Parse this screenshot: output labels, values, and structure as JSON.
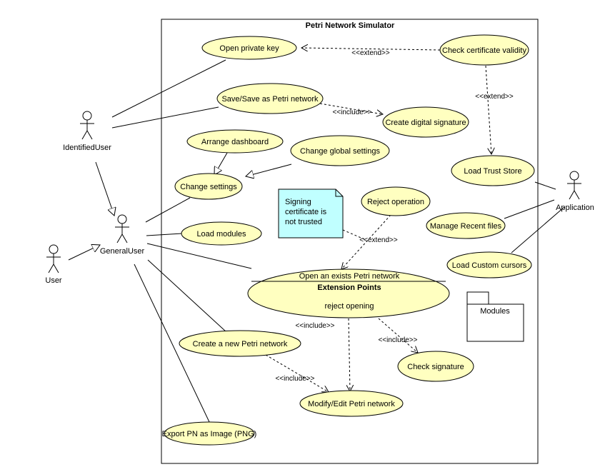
{
  "system": {
    "title": "Petri Network Simulator"
  },
  "actors": {
    "identified_user": "IdentifiedUser",
    "general_user": "GeneralUser",
    "user": "User",
    "application": "Application"
  },
  "use_cases": {
    "open_private_key": "Open private key",
    "check_certificate_validity": "Check certificate validity",
    "save_petri_network": "Save/Save as Petri network",
    "create_digital_signature": "Create digital signature",
    "arrange_dashboard": "Arrange dashboard",
    "change_global_settings": "Change global settings",
    "change_settings": "Change settings",
    "load_trust_store": "Load Trust Store",
    "reject_operation": "Reject operation",
    "load_modules": "Load modules",
    "manage_recent_files": "Manage Recent files",
    "load_custom_cursors": "Load Custom cursors",
    "open_petri_network": "Open an exists Petri network",
    "extension_points_title": "Extension Points",
    "extension_point_reject": "reject opening",
    "create_new_petri_network": "Create a new Petri network",
    "check_signature": "Check signature",
    "modify_petri_network": "Modify/Edit Petri network",
    "export_png": "Export PN as Image (PNG)"
  },
  "note": {
    "line1": "Signing",
    "line2": "certificate is",
    "line3": "not trusted"
  },
  "package": {
    "name": "Modules"
  },
  "relations": {
    "extend_open_key": "<<extend>>",
    "extend_trust_store": "<<extend>>",
    "extend_reject": "<<extend>>",
    "include_signature": "<<include>>",
    "include_open_modify": "<<include>>",
    "include_check_signature": "<<include>>",
    "include_create_modify": "<<include>>"
  },
  "colors": {
    "use_case_fill": "#FFFFC0",
    "note_fill": "#C0FFFF",
    "line": "#000000"
  }
}
